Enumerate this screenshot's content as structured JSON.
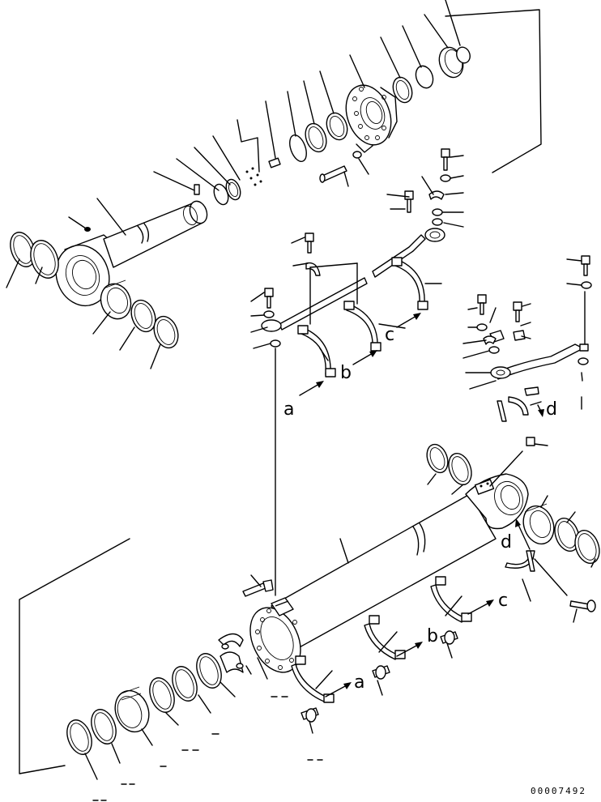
{
  "diagram": {
    "view_labels": {
      "a1": "a",
      "b1": "b",
      "c1": "c",
      "d1": "d",
      "a2": "a",
      "b2": "b",
      "c2": "c",
      "d2": "d"
    },
    "drawing_number": "00007492"
  }
}
